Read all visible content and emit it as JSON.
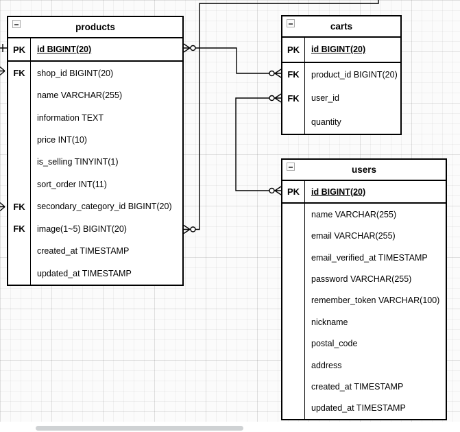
{
  "entities": {
    "products": {
      "title": "products",
      "rows": [
        {
          "key": "PK",
          "text": "id BIGINT(20)",
          "pk": true
        },
        {
          "key": "FK",
          "text": "shop_id BIGINT(20)"
        },
        {
          "key": "",
          "text": "name VARCHAR(255)"
        },
        {
          "key": "",
          "text": "information TEXT"
        },
        {
          "key": "",
          "text": "price INT(10)"
        },
        {
          "key": "",
          "text": "is_selling TINYINT(1)"
        },
        {
          "key": "",
          "text": "sort_order INT(11)"
        },
        {
          "key": "FK",
          "text": "secondary_category_id BIGINT(20)"
        },
        {
          "key": "FK",
          "text": "image(1~5) BIGINT(20)"
        },
        {
          "key": "",
          "text": "created_at TIMESTAMP"
        },
        {
          "key": "",
          "text": "updated_at TIMESTAMP"
        }
      ]
    },
    "carts": {
      "title": "carts",
      "rows": [
        {
          "key": "PK",
          "text": "id BIGINT(20)",
          "pk": true
        },
        {
          "key": "FK",
          "text": "product_id BIGINT(20)"
        },
        {
          "key": "FK",
          "text": "user_id"
        },
        {
          "key": "",
          "text": "quantity"
        }
      ]
    },
    "users": {
      "title": "users",
      "rows": [
        {
          "key": "PK",
          "text": "id BIGINT(20)",
          "pk": true
        },
        {
          "key": "",
          "text": "name VARCHAR(255)"
        },
        {
          "key": "",
          "text": "email VARCHAR(255)"
        },
        {
          "key": "",
          "text": "email_verified_at TIMESTAMP"
        },
        {
          "key": "",
          "text": "password VARCHAR(255)"
        },
        {
          "key": "",
          "text": "remember_token VARCHAR(100)"
        },
        {
          "key": "",
          "text": "nickname"
        },
        {
          "key": "",
          "text": "postal_code"
        },
        {
          "key": "",
          "text": "address"
        },
        {
          "key": "",
          "text": "created_at TIMESTAMP"
        },
        {
          "key": "",
          "text": "updated_at TIMESTAMP"
        }
      ]
    }
  },
  "relations": [
    {
      "from": "products.id",
      "to": "carts.product_id",
      "from_marker": "zero-or-many",
      "to_marker": "zero-or-many"
    },
    {
      "from": "users.id",
      "to": "carts.user_id",
      "from_marker": "zero-or-many",
      "to_marker": "zero-or-many"
    },
    {
      "from": "products.image(1~5)",
      "to": "off-screen-top",
      "from_marker": "zero-or-many"
    },
    {
      "from": "off-screen-left",
      "to": "products.id",
      "to_marker": "one-tick"
    },
    {
      "from": "off-screen-left",
      "to": "products.shop_id",
      "to_marker": "crow-foot"
    },
    {
      "from": "off-screen-left",
      "to": "products.secondary_category_id",
      "to_marker": "crow-foot"
    }
  ],
  "colors": {
    "table_border": "#000000",
    "connector": "#000000",
    "canvas_background": "#fbfbfb",
    "scrollbar": "#cfd2d4"
  }
}
